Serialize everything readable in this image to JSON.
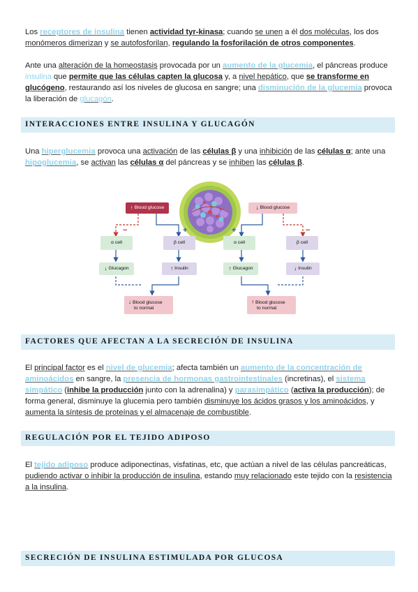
{
  "p1": {
    "s1": "Los ",
    "hl1": "receptores de insulina",
    "s2": " tienen ",
    "b1": "actividad tyr-kinasa",
    "s3": "; cuando ",
    "u1": "se unen",
    "s4": " a él ",
    "u2": "dos moléculas",
    "s5": ", los dos ",
    "u3": "monómeros dimerizan",
    "s6": " y ",
    "u4": "se autofosforilan",
    "s7": ", ",
    "b2": "regulando la fosforilación de otros componentes",
    "s8": "."
  },
  "p2": {
    "s1": "Ante una ",
    "u1": "alteración de la homeostasis",
    "s2": " provocada por un ",
    "hl1": "aumento de la glucemia",
    "s3": ", el páncreas produce ",
    "hl2": "insulina",
    "s4": " que ",
    "b1": "permite que las células capten la glucosa",
    "s5": " y, a ",
    "u2": "nivel hepático",
    "s6": ", que ",
    "b2": "se transforme en glucógeno",
    "s7": ", restaurando así los niveles de glucosa en sangre; una ",
    "hl3": "disminución de la glucemia",
    "s8": " provoca la liberación de ",
    "hl4": "glucagón",
    "s9": "."
  },
  "h1": "INTERACCIONES ENTRE INSULINA Y GLUCAGÓN",
  "p3": {
    "s1": "Una ",
    "hl1": "hiperglucemia",
    "s2": " provoca una ",
    "u1": "activación",
    "s3": " de las ",
    "b1": "células β",
    "s4": " y una ",
    "u2": "inhibición",
    "s5": " de las ",
    "b2": "células α",
    "s6": "; ante una ",
    "hl2": "hipoglucemia",
    "s7": ", se ",
    "u3": "activan",
    "s8": " las ",
    "b3": "células α",
    "s9": " del páncreas y se ",
    "u4": "inhiben",
    "s10": " las ",
    "b4": "células β",
    "s11": "."
  },
  "diagram": {
    "left_top": "Blood glucose",
    "right_top": "Blood glucose",
    "alpha_left": "α cell",
    "beta_left": "β cell",
    "alpha_right": "α cell",
    "beta_right": "β cell",
    "glucagon_left": "Glucagon",
    "insulin_left": "Insulin",
    "glucagon_right": "Glucagon",
    "insulin_right": "Insulin",
    "bottom_left_1": "Blood glucose",
    "bottom_left_2": "to normal",
    "bottom_right_1": "Blood glucose",
    "bottom_right_2": "to normal",
    "plus": "+",
    "minus": "−",
    "colors": {
      "pink": "#f2c6cd",
      "red": "#b0344a",
      "lavender": "#ddd6ea",
      "lightgreen": "#d7ebd9",
      "arrow_red": "#c0392b",
      "arrow_blue": "#2c5aa0"
    }
  },
  "h2": "FACTORES QUE AFECTAN A LA SECRECIÓN DE INSULINA",
  "p4": {
    "s1": "El ",
    "u1": "principal factor",
    "s2": " es el ",
    "hl1": "nivel de glucemia",
    "s3": "; afecta también un ",
    "hl2": "aumento de la concentración de aminoácidos",
    "s4": " en sangre, la ",
    "hl3": "presencia de hormonas gastrointestinales",
    "s5": " (incretinas), el ",
    "hl4": "sistema simpático",
    "s6": " (",
    "b1": "inhibe la producción",
    "s7": " junto con la adrenalina) y ",
    "hl5": "parasimpático",
    "s8": " (",
    "b2": "activa la producción",
    "s9": "); de forma general, disminuye la glucemia pero también ",
    "u2": "disminuye los ácidos grasos y los aminoácidos",
    "s10": ", y ",
    "u3": "aumenta la síntesis de proteínas y el almacenaje de combustible",
    "s11": "."
  },
  "h3": "REGULACIÓN POR EL TEJIDO ADIPOSO",
  "p5": {
    "s1": "El ",
    "hl1": "tejido adiposo",
    "s2": " produce adiponectinas, visfatinas, etc, que actúan a nivel de las células pancreáticas, ",
    "u1": "pudiendo activar o inhibir la producción de insulina",
    "s3": ", estando ",
    "u2": "muy relacionado",
    "s4": " este tejido con la ",
    "u3": "resistencia a la insulina",
    "s5": "."
  },
  "h4": "SECRECIÓN DE INSULINA ESTIMULADA POR GLUCOSA"
}
